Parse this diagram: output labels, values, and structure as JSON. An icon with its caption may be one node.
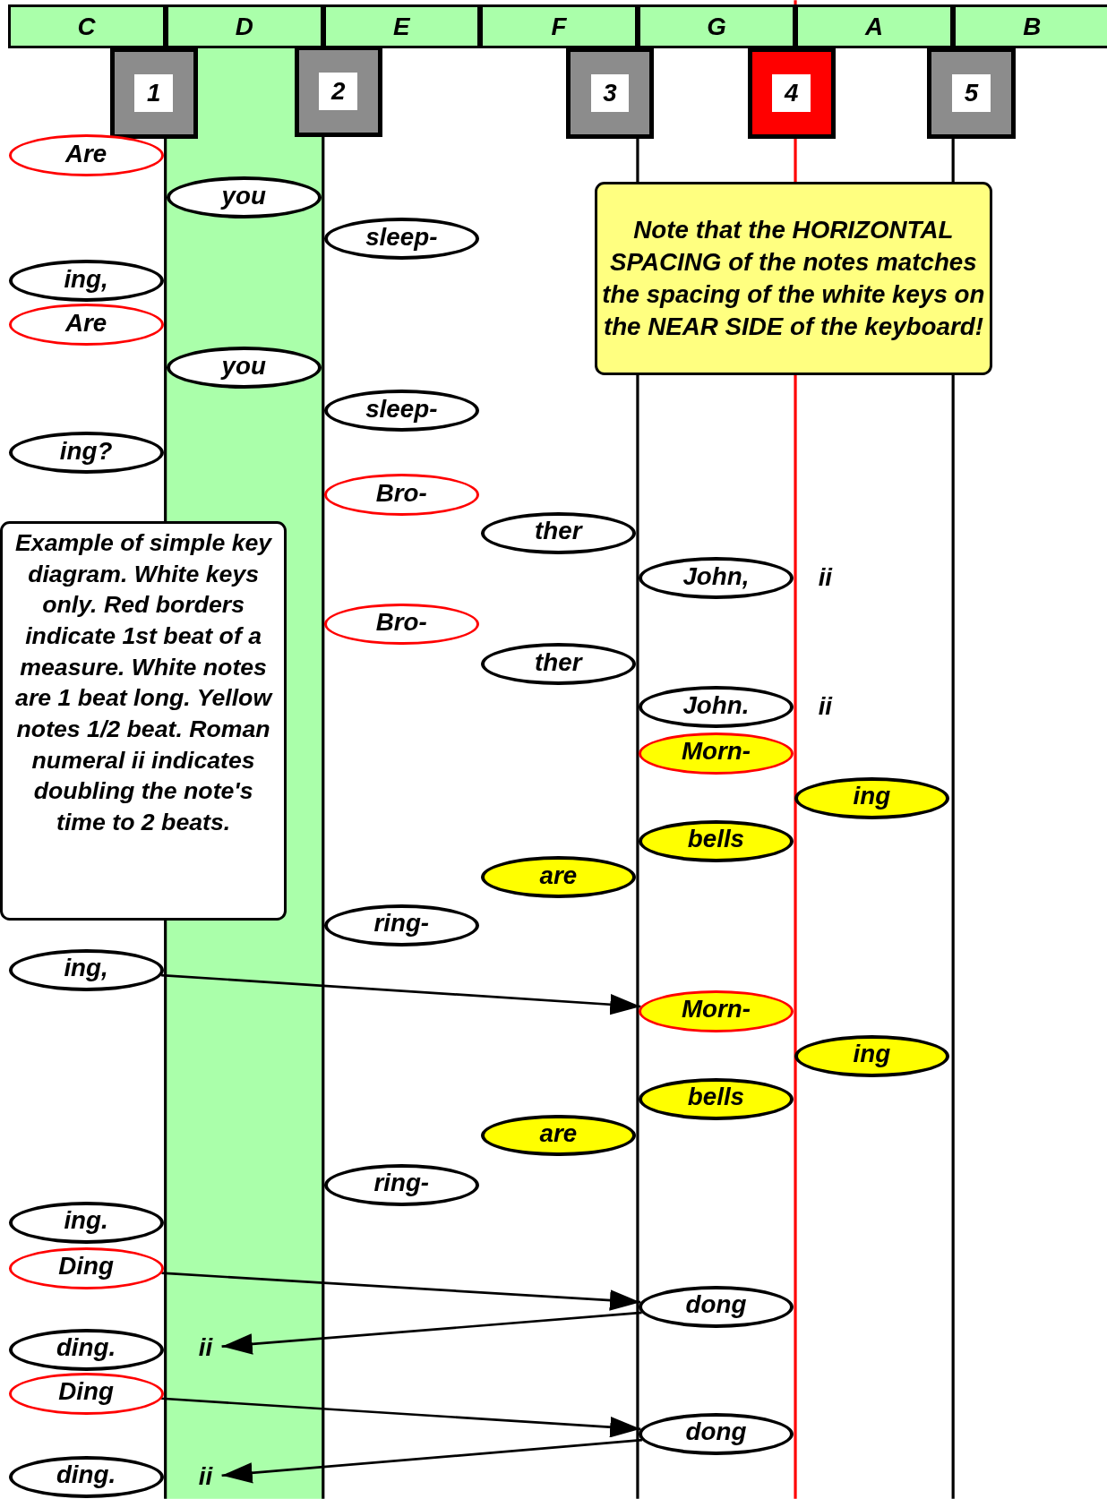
{
  "diagram": {
    "nodes": [
      {
        "text": [
          "C"
        ]
      },
      {
        "text": [
          "D"
        ]
      },
      {
        "text": [
          "E"
        ]
      },
      {
        "text": [
          "F"
        ]
      },
      {
        "text": [
          "G"
        ]
      },
      {
        "text": [
          "A"
        ]
      },
      {
        "text": [
          "B"
        ]
      },
      {
        "text": [
          "1"
        ]
      },
      {
        "text": [
          "2"
        ]
      },
      {
        "text": [
          "3"
        ]
      },
      {
        "text": [
          "4"
        ]
      },
      {
        "text": [
          "5"
        ]
      },
      {
        "text": [
          "Are"
        ]
      },
      {
        "text": [
          "you"
        ]
      },
      {
        "text": [
          "Note that the HORIZONTAL SPACING of the notes matches the spacing of the white keys on the NEAR SIDE of the keyboard!"
        ]
      },
      {
        "text": [
          "sleep-"
        ]
      },
      {
        "text": [
          "ing,"
        ]
      },
      {
        "text": [
          "Are"
        ]
      },
      {
        "text": [
          "you"
        ]
      },
      {
        "text": [
          "sleep-"
        ]
      },
      {
        "text": [
          "ing?"
        ]
      },
      {
        "text": [
          "Bro-"
        ]
      },
      {
        "text": [
          "Example of simple key diagram. White keys only. Red borders indicate 1st beat of a measure. White notes are 1 beat long. Yellow notes 1/2 beat. Roman numeral ii indicates doubling the note's time to 2 beats."
        ]
      },
      {
        "text": [
          "ther"
        ]
      },
      {
        "text": [
          "John,"
        ],
        "beside": [
          "ii"
        ]
      },
      {
        "text": [
          "Bro-"
        ]
      },
      {
        "text": [
          "ther"
        ]
      },
      {
        "text": [
          "John."
        ],
        "beside": [
          "ii"
        ]
      },
      {
        "text": [
          "Morn-"
        ]
      },
      {
        "text": [
          "ing"
        ]
      },
      {
        "text": [
          "bells"
        ]
      },
      {
        "text": [
          "are"
        ]
      },
      {
        "text": [
          "ring-"
        ]
      },
      {
        "text": [
          "ing,"
        ]
      },
      {
        "text": [
          "Morn-"
        ]
      },
      {
        "text": [
          "ing"
        ]
      },
      {
        "text": [
          "bells"
        ]
      },
      {
        "text": [
          "are"
        ]
      },
      {
        "text": [
          "ring-"
        ]
      },
      {
        "text": [
          "ing."
        ]
      },
      {
        "text": [
          "Ding"
        ]
      },
      {
        "text": [
          "dong"
        ]
      },
      {
        "text": [
          "ding."
        ]
      },
      {
        "text": [
          "ii"
        ]
      },
      {
        "text": [
          "Ding"
        ]
      },
      {
        "text": [
          "dong"
        ]
      },
      {
        "text": [
          "ding."
        ]
      },
      {
        "text": [
          "ii"
        ]
      }
    ],
    "edges": [
      {
        "from": 33,
        "to": 34,
        "arrow": "to"
      },
      {
        "from": 40,
        "to": 41,
        "arrow": "to"
      },
      {
        "from": 41,
        "to": 43,
        "arrow": "to"
      },
      {
        "from": 44,
        "to": 45,
        "arrow": "to"
      },
      {
        "from": 45,
        "to": 47,
        "arrow": "to"
      }
    ]
  }
}
